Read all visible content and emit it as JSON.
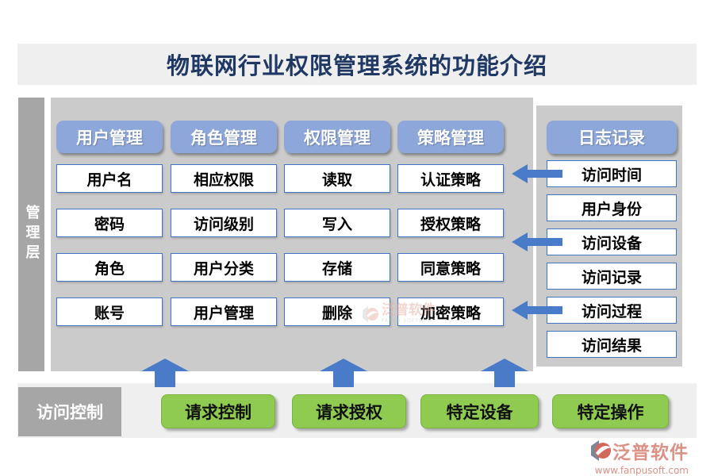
{
  "title": "物联网行业权限管理系统的功能介绍",
  "sidebar": {
    "label": "管理层"
  },
  "columns": [
    {
      "header": "用户管理",
      "items": [
        "用户名",
        "密码",
        "角色",
        "账号"
      ]
    },
    {
      "header": "角色管理",
      "items": [
        "相应权限",
        "访问级别",
        "用户分类",
        "用户管理"
      ]
    },
    {
      "header": "权限管理",
      "items": [
        "读取",
        "写入",
        "存储",
        "删除"
      ]
    },
    {
      "header": "策略管理",
      "items": [
        "认证策略",
        "授权策略",
        "同意策略",
        "加密策略"
      ]
    }
  ],
  "log_panel": {
    "header": "日志记录",
    "items": [
      "访问时间",
      "用户身份",
      "访问设备",
      "访问记录",
      "访问过程",
      "访问结果"
    ]
  },
  "access_control": {
    "label": "访问控制",
    "buttons": [
      "请求控制",
      "请求授权",
      "特定设备",
      "特定操作"
    ]
  },
  "watermark": {
    "brand": "泛普软件",
    "subtitle": "FANPU SOFTWARE"
  },
  "footer": {
    "brand": "泛普软件",
    "url": "www.fanpusoft.com"
  },
  "colors": {
    "title": "#1f3864",
    "header_blue": "#8da7da",
    "box_border_blue": "#4472c4",
    "arrow_blue": "#4a7bc8",
    "green": "#8ecb50",
    "sidebar_gray": "#a6a6a6",
    "panel_gray": "#cbcbcb",
    "band_gray": "#efefef",
    "logo_coral": "#dd9186"
  }
}
